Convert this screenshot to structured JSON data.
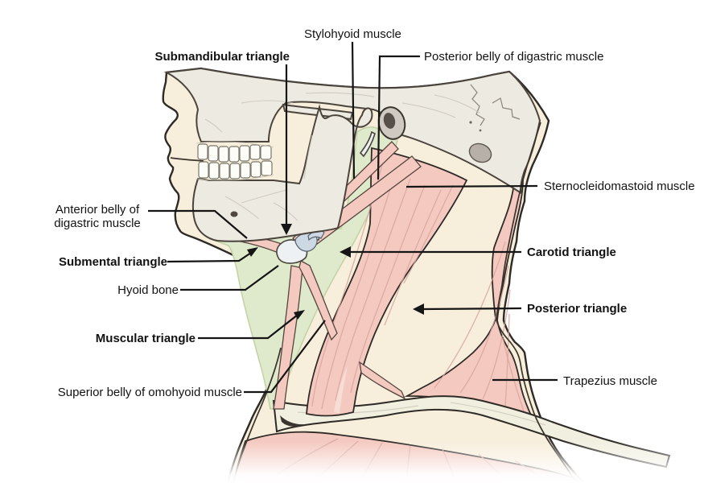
{
  "illustration": {
    "alt": "Lateral view drawing of a human head and neck showing the skull, mandible with teeth, hyoid bone, neck muscles in pink and the triangles of the neck shaded green"
  },
  "colors": {
    "background": "#ffffff",
    "skin": "#f7eedb",
    "bone": "#edeae1",
    "bone_outline": "#4a443c",
    "muscle": "#f4c9c0",
    "muscle_shade": "#d8a69d",
    "triangle_green": "#dfe9cb",
    "triangle_edge": "#c2d2a4",
    "clavicle": "#f0efe0",
    "outline": "#2e2a26",
    "label_text": "#121212",
    "leader_line": "#151515"
  },
  "labels": [
    {
      "id": "stylohyoid",
      "text": "Stylohyoid muscle",
      "bold": false
    },
    {
      "id": "submandibular",
      "text": "Submandibular triangle",
      "bold": true
    },
    {
      "id": "posterior-belly",
      "text": "Posterior belly of digastric muscle",
      "bold": false
    },
    {
      "id": "sternocleidomastoid",
      "text": "Sternocleidomastoid muscle",
      "bold": false
    },
    {
      "id": "anterior-belly",
      "line1": "Anterior belly of",
      "line2": "digastric muscle",
      "bold": false
    },
    {
      "id": "submental",
      "text": "Submental triangle",
      "bold": true
    },
    {
      "id": "hyoid",
      "text": "Hyoid bone",
      "bold": false
    },
    {
      "id": "carotid",
      "text": "Carotid triangle",
      "bold": true
    },
    {
      "id": "posterior-triangle",
      "text": "Posterior triangle",
      "bold": true
    },
    {
      "id": "muscular",
      "text": "Muscular triangle",
      "bold": true
    },
    {
      "id": "omohyoid",
      "text": "Superior belly of omohyoid muscle",
      "bold": false
    },
    {
      "id": "trapezius",
      "text": "Trapezius muscle",
      "bold": false
    }
  ]
}
